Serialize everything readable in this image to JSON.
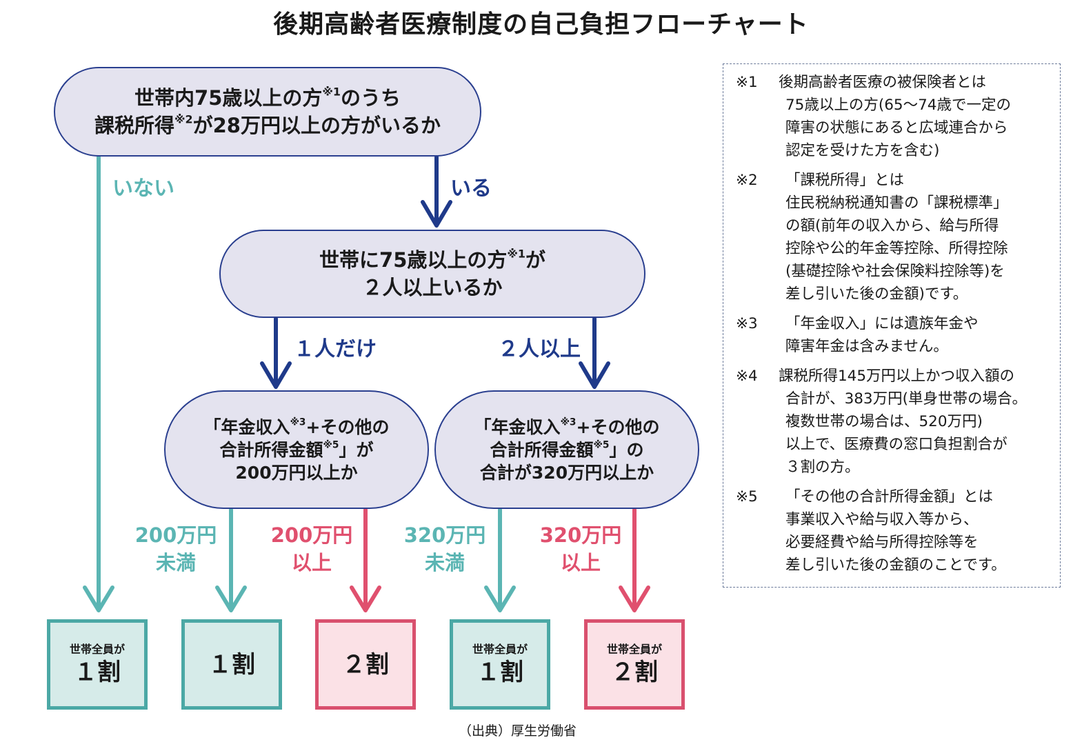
{
  "title": "後期高齢者医療制度の自己負担フローチャート",
  "colors": {
    "navy": "#1f3a8a",
    "teal": "#5bb5b3",
    "pink": "#e0506e",
    "pill_fill": "#e4e3ef"
  },
  "q1": {
    "line1_a": "世帯内75歳以上の方",
    "line1_sup": "※1",
    "line1_b": "のうち",
    "line2_a": "課税所得",
    "line2_sup": "※2",
    "line2_b": "が28万円以上の方がいるか"
  },
  "q2": {
    "line1_a": "世帯に75歳以上の方",
    "line1_sup": "※1",
    "line1_b": "が",
    "line2": "２人以上いるか"
  },
  "q3": {
    "line1_a": "「年金収入",
    "line1_sup": "※3",
    "line1_b": "+その他の",
    "line2_a": "合計所得金額",
    "line2_sup": "※5",
    "line2_b": "」が",
    "line3": "200万円以上か"
  },
  "q4": {
    "line1_a": "「年金収入",
    "line1_sup": "※3",
    "line1_b": "+その他の",
    "line2_a": "合計所得金額",
    "line2_sup": "※5",
    "line2_b": "」の",
    "line3": "合計が320万円以上か"
  },
  "branches": {
    "inai": "いない",
    "iru": "いる",
    "one": "１人だけ",
    "two": "２人以上",
    "b200_under_1": "200万円",
    "b200_under_2": "未満",
    "b200_over_1": "200万円",
    "b200_over_2": "以上",
    "b320_under_1": "320万円",
    "b320_under_2": "未満",
    "b320_over_1": "320万円",
    "b320_over_2": "以上"
  },
  "results": [
    {
      "small": "世帯全員が",
      "big": "１割"
    },
    {
      "small": "",
      "big": "１割"
    },
    {
      "small": "",
      "big": "２割"
    },
    {
      "small": "世帯全員が",
      "big": "１割"
    },
    {
      "small": "世帯全員が",
      "big": "２割"
    }
  ],
  "notes": [
    {
      "mark": "※1",
      "lines": [
        "後期高齢者医療の被保険者とは",
        "75歳以上の方(65～74歳で一定の",
        "障害の状態にあると広域連合から",
        "認定を受けた方を含む)"
      ]
    },
    {
      "mark": "※2",
      "lines": [
        "「課税所得」とは",
        "住民税納税通知書の「課税標準」",
        "の額(前年の収入から、給与所得",
        "控除や公的年金等控除、所得控除",
        "(基礎控除や社会保険料控除等)を",
        "差し引いた後の金額)です。"
      ]
    },
    {
      "mark": "※3",
      "lines": [
        "「年金収入」には遺族年金や",
        "障害年金は含みません。"
      ]
    },
    {
      "mark": "※4",
      "lines": [
        "課税所得145万円以上かつ収入額の",
        "合計が、383万円(単身世帯の場合。",
        "複数世帯の場合は、520万円)",
        "以上で、医療費の窓口負担割合が",
        "３割の方。"
      ]
    },
    {
      "mark": "※5",
      "lines": [
        "「その他の合計所得金額」とは",
        "事業収入や給与収入等から、",
        "必要経費や給与所得控除等を",
        "差し引いた後の金額のことです。"
      ]
    }
  ],
  "source": "（出典）厚生労働省"
}
